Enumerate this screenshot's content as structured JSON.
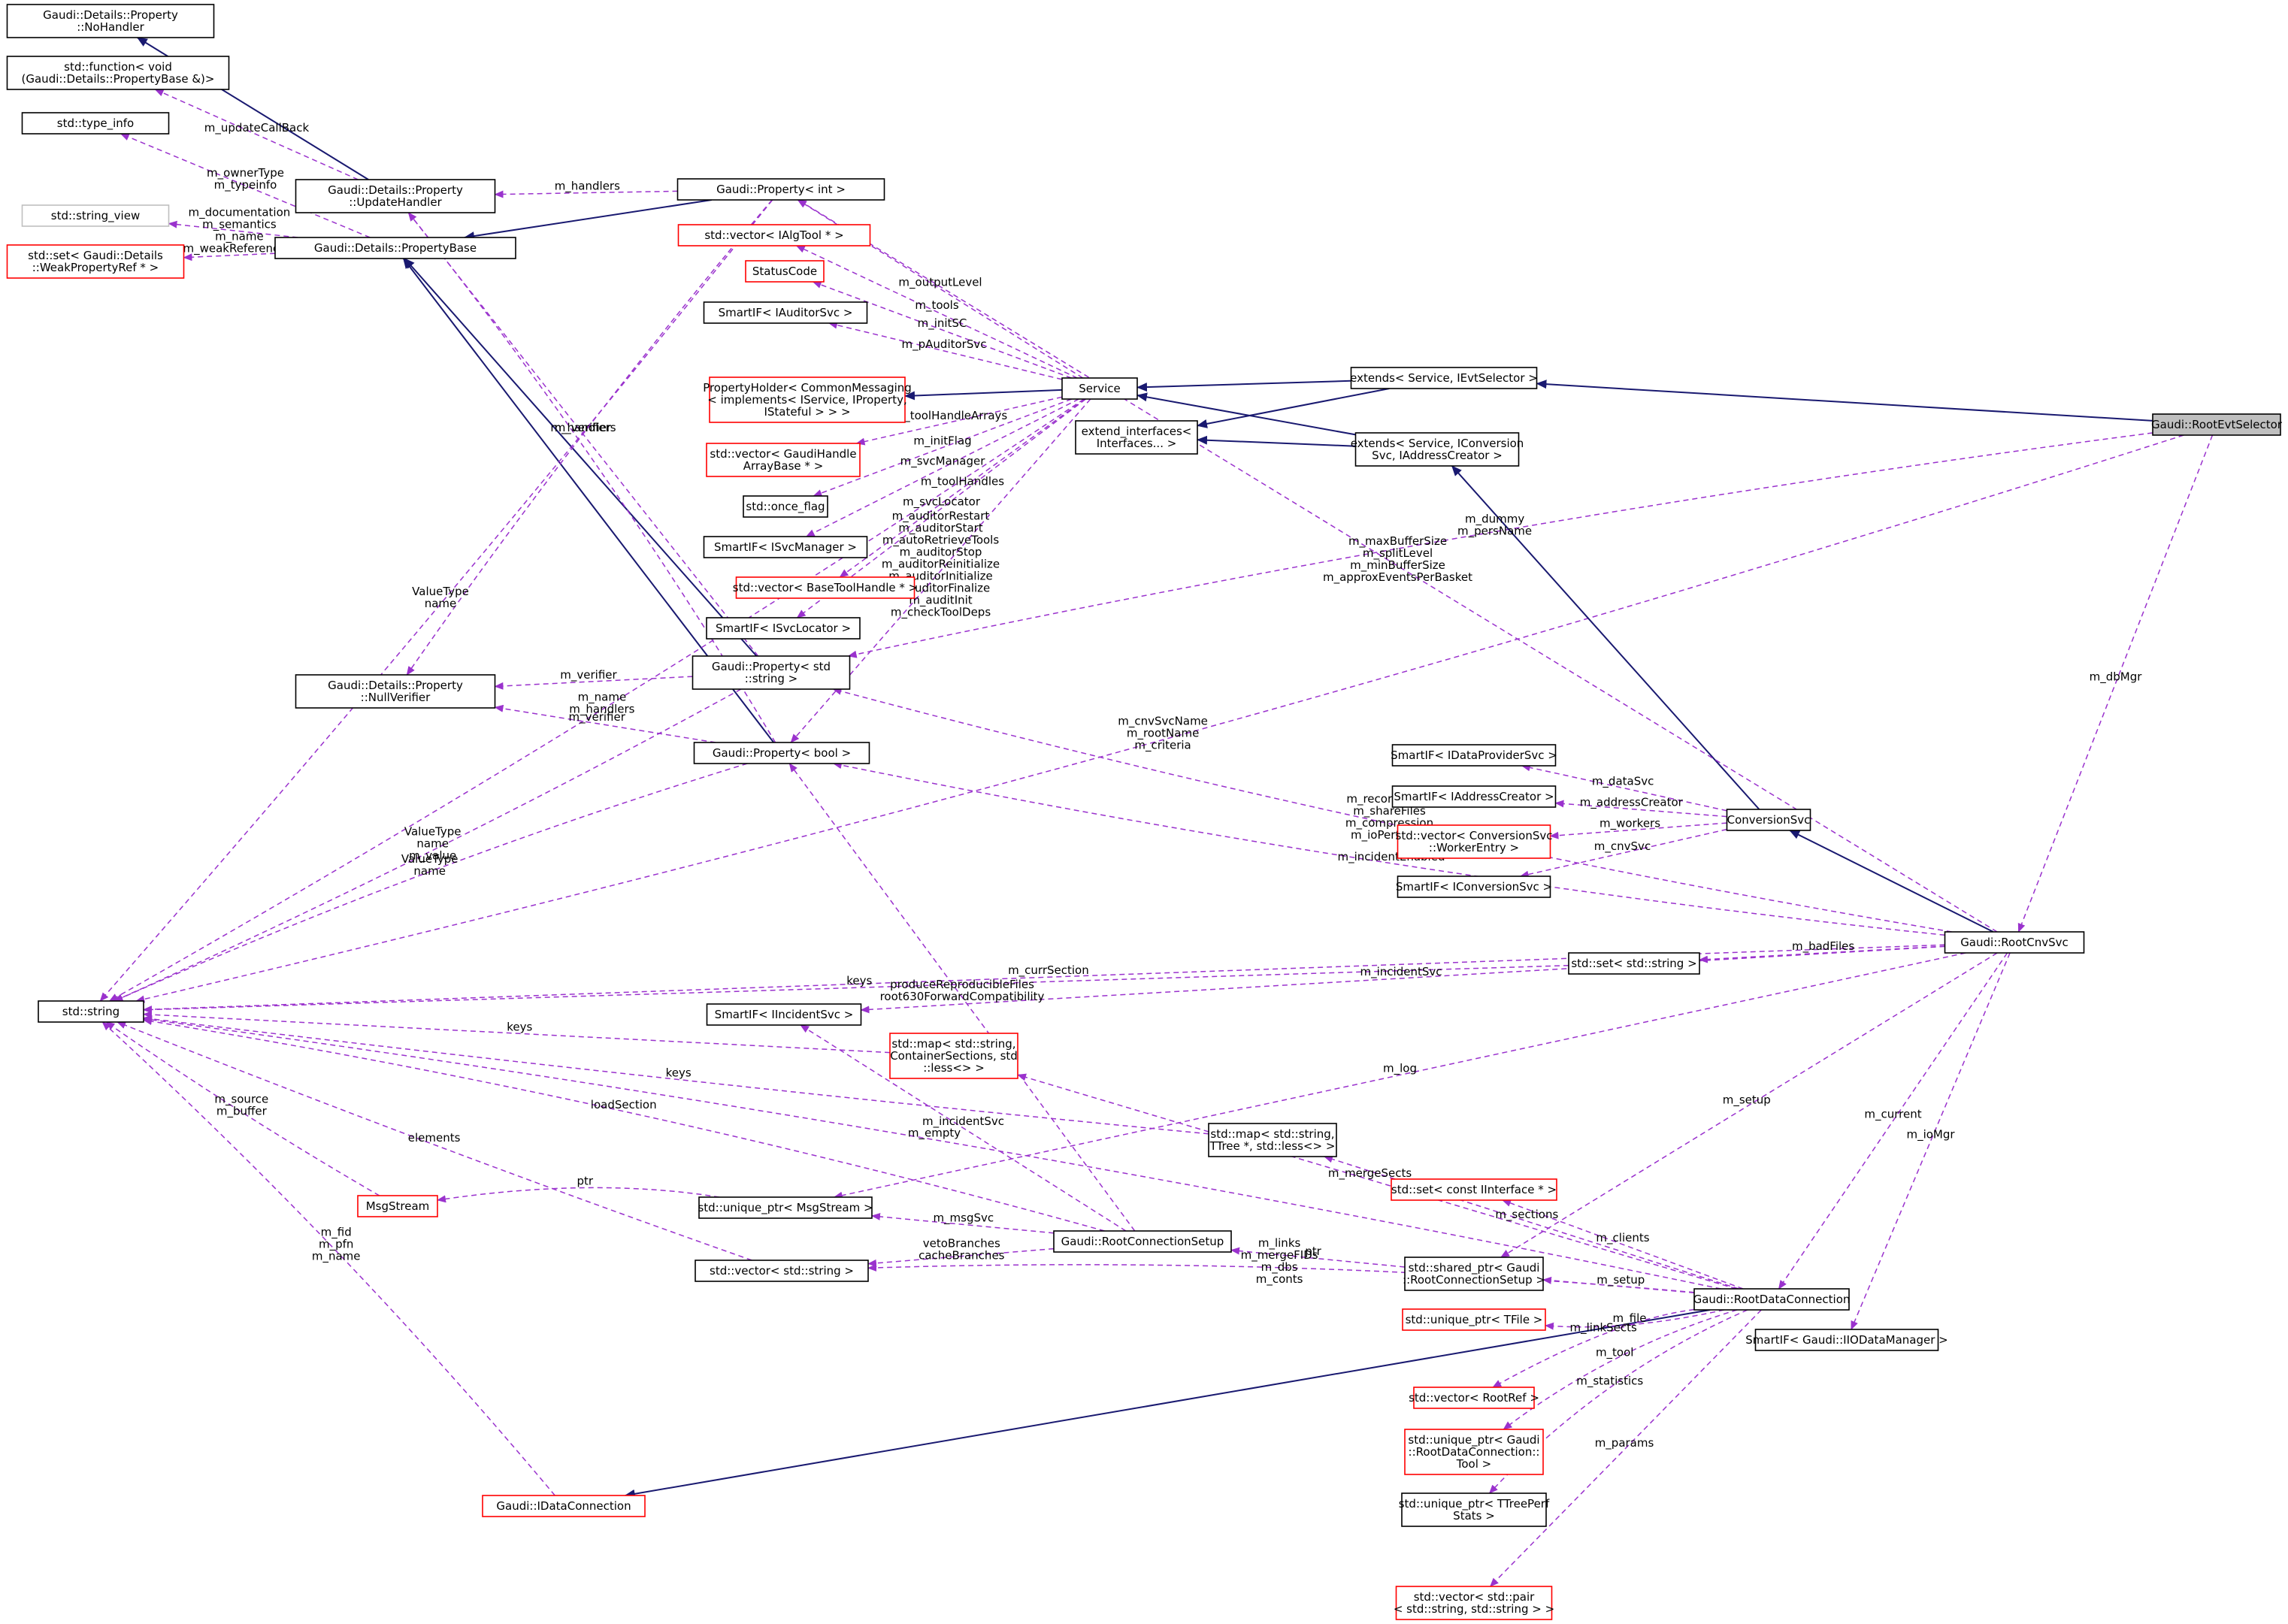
{
  "colors": {
    "usage_edge": "#9a32cd",
    "inherit_edge": "#191970",
    "node_border_normal": "#000000",
    "node_border_undocumented": "#ff0000",
    "node_border_external": "#bfbfbf",
    "focus_fill": "#bfbfbf"
  },
  "nodes": [
    {
      "id": "n1",
      "lines": [
        "Gaudi::Details::Property",
        "::NoHandler"
      ],
      "style": "normal"
    },
    {
      "id": "n2",
      "lines": [
        "std::function< void",
        "(Gaudi::Details::PropertyBase &)>"
      ],
      "style": "normal"
    },
    {
      "id": "n3",
      "lines": [
        "std::type_info"
      ],
      "style": "normal"
    },
    {
      "id": "n4",
      "lines": [
        "std::string_view"
      ],
      "style": "external"
    },
    {
      "id": "n5",
      "lines": [
        "std::set< Gaudi::Details",
        "::WeakPropertyRef * >"
      ],
      "style": "red"
    },
    {
      "id": "n6",
      "lines": [
        "Gaudi::Details::Property",
        "::UpdateHandler"
      ],
      "style": "normal"
    },
    {
      "id": "n7",
      "lines": [
        "Gaudi::Details::PropertyBase"
      ],
      "style": "normal"
    },
    {
      "id": "n8",
      "lines": [
        "Gaudi::Details::Property",
        "::NullVerifier"
      ],
      "style": "normal"
    },
    {
      "id": "n9",
      "lines": [
        "std::string"
      ],
      "style": "normal"
    },
    {
      "id": "n10",
      "lines": [
        "MsgStream"
      ],
      "style": "red"
    },
    {
      "id": "n11",
      "lines": [
        "Gaudi::IDataConnection"
      ],
      "style": "red"
    },
    {
      "id": "n12",
      "lines": [
        "Gaudi::Property< int >"
      ],
      "style": "normal"
    },
    {
      "id": "n13",
      "lines": [
        "std::vector< IAlgTool * >"
      ],
      "style": "red"
    },
    {
      "id": "n14",
      "lines": [
        "StatusCode"
      ],
      "style": "red"
    },
    {
      "id": "n15",
      "lines": [
        "SmartIF< IAuditorSvc >"
      ],
      "style": "normal"
    },
    {
      "id": "n16",
      "lines": [
        "PropertyHolder< CommonMessaging",
        "< implements< IService, IProperty,",
        "IStateful > > >"
      ],
      "style": "red"
    },
    {
      "id": "n17",
      "lines": [
        "std::vector< GaudiHandle",
        "ArrayBase * >"
      ],
      "style": "red"
    },
    {
      "id": "n18",
      "lines": [
        "std::once_flag"
      ],
      "style": "normal"
    },
    {
      "id": "n19",
      "lines": [
        "SmartIF< ISvcManager >"
      ],
      "style": "normal"
    },
    {
      "id": "n20",
      "lines": [
        "std::vector< BaseToolHandle * >"
      ],
      "style": "red"
    },
    {
      "id": "n21",
      "lines": [
        "SmartIF< ISvcLocator >"
      ],
      "style": "normal"
    },
    {
      "id": "n22",
      "lines": [
        "Gaudi::Property< std",
        "::string >"
      ],
      "style": "normal"
    },
    {
      "id": "n23",
      "lines": [
        "Gaudi::Property< bool >"
      ],
      "style": "normal"
    },
    {
      "id": "n24",
      "lines": [
        "Service"
      ],
      "style": "normal"
    },
    {
      "id": "n25",
      "lines": [
        "extend_interfaces<",
        "Interfaces... >"
      ],
      "style": "normal"
    },
    {
      "id": "n26",
      "lines": [
        "SmartIF< IIncidentSvc >"
      ],
      "style": "normal"
    },
    {
      "id": "n27",
      "lines": [
        "std::map< std::string,",
        "ContainerSections, std",
        "::less<> >"
      ],
      "style": "red"
    },
    {
      "id": "n28",
      "lines": [
        "std::unique_ptr< MsgStream >"
      ],
      "style": "normal"
    },
    {
      "id": "n29",
      "lines": [
        "std::vector< std::string >"
      ],
      "style": "normal"
    },
    {
      "id": "n30",
      "lines": [
        "Gaudi::RootConnectionSetup"
      ],
      "style": "normal"
    },
    {
      "id": "n31",
      "lines": [
        "std::map< std::string,",
        "TTree *, std::less<> >"
      ],
      "style": "normal"
    },
    {
      "id": "n32",
      "lines": [
        "extends< Service, IEvtSelector >"
      ],
      "style": "normal"
    },
    {
      "id": "n33",
      "lines": [
        "extends< Service, IConversion",
        "Svc, IAddressCreator >"
      ],
      "style": "normal"
    },
    {
      "id": "n34",
      "lines": [
        "SmartIF< IDataProviderSvc >"
      ],
      "style": "normal"
    },
    {
      "id": "n35",
      "lines": [
        "SmartIF< IAddressCreator >"
      ],
      "style": "normal"
    },
    {
      "id": "n36",
      "lines": [
        "std::vector< ConversionSvc",
        "::WorkerEntry >"
      ],
      "style": "red"
    },
    {
      "id": "n37",
      "lines": [
        "SmartIF< IConversionSvc >"
      ],
      "style": "normal"
    },
    {
      "id": "n38",
      "lines": [
        "std::set< const IInterface * >"
      ],
      "style": "red"
    },
    {
      "id": "n39",
      "lines": [
        "std::shared_ptr< Gaudi",
        "::RootConnectionSetup >"
      ],
      "style": "normal"
    },
    {
      "id": "n40",
      "lines": [
        "std::unique_ptr< TFile >"
      ],
      "style": "red"
    },
    {
      "id": "n41",
      "lines": [
        "std::vector< RootRef >"
      ],
      "style": "red"
    },
    {
      "id": "n42",
      "lines": [
        "std::unique_ptr< Gaudi",
        "::RootDataConnection::",
        "Tool >"
      ],
      "style": "red"
    },
    {
      "id": "n43",
      "lines": [
        "std::unique_ptr< TTreePerf",
        "Stats >"
      ],
      "style": "normal"
    },
    {
      "id": "n44",
      "lines": [
        "std::vector< std::pair",
        "< std::string, std::string > >"
      ],
      "style": "red"
    },
    {
      "id": "n45",
      "lines": [
        "ConversionSvc"
      ],
      "style": "normal"
    },
    {
      "id": "n46",
      "lines": [
        "std::set< std::string >"
      ],
      "style": "normal"
    },
    {
      "id": "n47",
      "lines": [
        "Gaudi::RootCnvSvc"
      ],
      "style": "normal"
    },
    {
      "id": "n48",
      "lines": [
        "Gaudi::RootDataConnection"
      ],
      "style": "normal"
    },
    {
      "id": "n49",
      "lines": [
        "SmartIF< Gaudi::IIODataManager >"
      ],
      "style": "normal"
    },
    {
      "id": "n50",
      "lines": [
        "Gaudi::RootEvtSelector"
      ],
      "style": "focus"
    }
  ],
  "edges": [
    {
      "from": "n6",
      "to": "n1",
      "kind": "inherit"
    },
    {
      "from": "n6",
      "to": "n2",
      "kind": "usage",
      "label": [
        "m_updateCallBack"
      ]
    },
    {
      "from": "n7",
      "to": "n3",
      "kind": "usage",
      "label": [
        "m_ownerType",
        "m_typeinfo"
      ]
    },
    {
      "from": "n7",
      "to": "n4",
      "kind": "usage",
      "label": [
        "m_documentation",
        "m_semantics",
        "m_name"
      ]
    },
    {
      "from": "n7",
      "to": "n5",
      "kind": "usage",
      "label": [
        "m_weakReferences"
      ]
    },
    {
      "from": "n12",
      "to": "n6",
      "kind": "usage",
      "label": [
        "m_handlers"
      ]
    },
    {
      "from": "n12",
      "to": "n7",
      "kind": "inherit"
    },
    {
      "from": "n22",
      "to": "n7",
      "kind": "inherit"
    },
    {
      "from": "n23",
      "to": "n7",
      "kind": "inherit"
    },
    {
      "from": "n22",
      "to": "n6",
      "kind": "usage",
      "label": [
        "m_handlers"
      ]
    },
    {
      "from": "n23",
      "to": "n6",
      "kind": "usage"
    },
    {
      "from": "n12",
      "to": "n9",
      "kind": "usage",
      "label": [
        "ValueType",
        "name"
      ]
    },
    {
      "from": "n24",
      "to": "n9",
      "kind": "usage",
      "label": [
        "m_name",
        "m_handlers"
      ]
    },
    {
      "from": "n22",
      "to": "n9",
      "kind": "usage",
      "label": [
        "ValueType",
        "name",
        "m_value"
      ]
    },
    {
      "from": "n23",
      "to": "n9",
      "kind": "usage",
      "label": [
        "ValueType",
        "name"
      ]
    },
    {
      "from": "n12",
      "to": "n8",
      "kind": "usage",
      "label": [
        "m_verifier"
      ]
    },
    {
      "from": "n22",
      "to": "n8",
      "kind": "usage",
      "label": [
        "m_verifier"
      ]
    },
    {
      "from": "n23",
      "to": "n8",
      "kind": "usage",
      "label": [
        "m_verifier"
      ]
    },
    {
      "from": "n24",
      "to": "n12",
      "kind": "usage",
      "label": [
        "m_outputLevel"
      ]
    },
    {
      "from": "n24",
      "to": "n13",
      "kind": "usage",
      "label": [
        "m_tools"
      ]
    },
    {
      "from": "n24",
      "to": "n14",
      "kind": "usage",
      "label": [
        "m_initSC"
      ]
    },
    {
      "from": "n24",
      "to": "n15",
      "kind": "usage",
      "label": [
        "m_pAuditorSvc"
      ]
    },
    {
      "from": "n24",
      "to": "n16",
      "kind": "inherit"
    },
    {
      "from": "n24",
      "to": "n17",
      "kind": "usage",
      "label": [
        "m_toolHandleArrays"
      ]
    },
    {
      "from": "n24",
      "to": "n18",
      "kind": "usage",
      "label": [
        "m_initFlag"
      ]
    },
    {
      "from": "n24",
      "to": "n19",
      "kind": "usage",
      "label": [
        "m_svcManager"
      ]
    },
    {
      "from": "n24",
      "to": "n20",
      "kind": "usage",
      "label": [
        "m_toolHandles"
      ]
    },
    {
      "from": "n24",
      "to": "n21",
      "kind": "usage",
      "label": [
        "m_svcLocator"
      ]
    },
    {
      "from": "n24",
      "to": "n23",
      "kind": "usage",
      "label": [
        "m_auditorRestart",
        "m_auditorStart",
        "m_autoRetrieveTools",
        "m_auditorStop",
        "m_auditorReinitialize",
        "m_auditorInitialize",
        "m_auditorFinalize",
        "m_auditInit",
        "m_checkToolDeps"
      ]
    },
    {
      "from": "n32",
      "to": "n24",
      "kind": "inherit"
    },
    {
      "from": "n32",
      "to": "n25",
      "kind": "inherit"
    },
    {
      "from": "n33",
      "to": "n24",
      "kind": "inherit"
    },
    {
      "from": "n33",
      "to": "n25",
      "kind": "inherit"
    },
    {
      "from": "n50",
      "to": "n32",
      "kind": "inherit"
    },
    {
      "from": "n50",
      "to": "n9",
      "kind": "usage",
      "label": [
        "m_cnvSvcName",
        "m_rootName",
        "m_criteria"
      ]
    },
    {
      "from": "n50",
      "to": "n22",
      "kind": "usage",
      "label": [
        "m_dummy",
        "m_persName"
      ]
    },
    {
      "from": "n50",
      "to": "n47",
      "kind": "usage",
      "label": [
        "m_dbMgr"
      ]
    },
    {
      "from": "n45",
      "to": "n33",
      "kind": "inherit"
    },
    {
      "from": "n45",
      "to": "n34",
      "kind": "usage",
      "label": [
        "m_dataSvc"
      ]
    },
    {
      "from": "n45",
      "to": "n35",
      "kind": "usage",
      "label": [
        "m_addressCreator"
      ]
    },
    {
      "from": "n45",
      "to": "n36",
      "kind": "usage",
      "label": [
        "m_workers"
      ]
    },
    {
      "from": "n45",
      "to": "n37",
      "kind": "usage",
      "label": [
        "m_cnvSvc"
      ]
    },
    {
      "from": "n47",
      "to": "n45",
      "kind": "inherit"
    },
    {
      "from": "n47",
      "to": "n12",
      "kind": "usage",
      "label": [
        "m_maxBufferSize",
        "m_splitLevel",
        "m_minBufferSize",
        "m_approxEventsPerBasket"
      ]
    },
    {
      "from": "n47",
      "to": "n22",
      "kind": "usage",
      "label": [
        "m_recordName",
        "m_shareFiles",
        "m_compression",
        "m_ioPerfStats"
      ]
    },
    {
      "from": "n47",
      "to": "n23",
      "kind": "usage",
      "label": [
        "m_incidentEnabled"
      ]
    },
    {
      "from": "n47",
      "to": "n9",
      "kind": "usage",
      "label": [
        "m_currSection"
      ]
    },
    {
      "from": "n47",
      "to": "n46",
      "kind": "usage",
      "label": [
        "m_badFiles"
      ]
    },
    {
      "from": "n47",
      "to": "n26",
      "kind": "usage",
      "label": [
        "m_incidentSvc"
      ]
    },
    {
      "from": "n47",
      "to": "n28",
      "kind": "usage",
      "label": [
        "m_log"
      ]
    },
    {
      "from": "n47",
      "to": "n39",
      "kind": "usage",
      "label": [
        "m_setup"
      ]
    },
    {
      "from": "n47",
      "to": "n48",
      "kind": "usage",
      "label": [
        "m_current"
      ]
    },
    {
      "from": "n47",
      "to": "n49",
      "kind": "usage",
      "label": [
        "m_ioMgr"
      ]
    },
    {
      "from": "n46",
      "to": "n9",
      "kind": "usage",
      "label": [
        "keys"
      ]
    },
    {
      "from": "n27",
      "to": "n9",
      "kind": "usage",
      "label": [
        "keys"
      ]
    },
    {
      "from": "n31",
      "to": "n9",
      "kind": "usage",
      "label": [
        "keys"
      ]
    },
    {
      "from": "n10",
      "to": "n9",
      "kind": "usage",
      "label": [
        "m_source",
        "m_buffer"
      ]
    },
    {
      "from": "n29",
      "to": "n9",
      "kind": "usage",
      "label": [
        "elements"
      ]
    },
    {
      "from": "n11",
      "to": "n9",
      "kind": "usage",
      "label": [
        "m_fid",
        "m_pfn",
        "m_name"
      ]
    },
    {
      "from": "n28",
      "to": "n10",
      "kind": "usage",
      "label": [
        "ptr"
      ]
    },
    {
      "from": "n30",
      "to": "n26",
      "kind": "usage",
      "label": [
        "m_incidentSvc"
      ]
    },
    {
      "from": "n30",
      "to": "n28",
      "kind": "usage",
      "label": [
        "m_msgSvc"
      ]
    },
    {
      "from": "n30",
      "to": "n29",
      "kind": "usage",
      "label": [
        "vetoBranches",
        "cacheBranches"
      ]
    },
    {
      "from": "n30",
      "to": "n23",
      "kind": "usage",
      "label": [
        "produceReproducibleFiles",
        "root630ForwardCompatibility"
      ]
    },
    {
      "from": "n30",
      "to": "n9",
      "kind": "usage",
      "label": [
        "loadSection"
      ]
    },
    {
      "from": "n39",
      "to": "n30",
      "kind": "usage",
      "label": [
        "ptr"
      ]
    },
    {
      "from": "n48",
      "to": "n11",
      "kind": "inherit"
    },
    {
      "from": "n48",
      "to": "n27",
      "kind": "usage",
      "label": [
        "m_mergeSects"
      ]
    },
    {
      "from": "n48",
      "to": "n31",
      "kind": "usage",
      "label": [
        "m_sections"
      ]
    },
    {
      "from": "n48",
      "to": "n38",
      "kind": "usage",
      "label": [
        "m_clients"
      ]
    },
    {
      "from": "n48",
      "to": "n39",
      "kind": "usage",
      "label": [
        "m_setup"
      ]
    },
    {
      "from": "n48",
      "to": "n40",
      "kind": "usage",
      "label": [
        "m_file"
      ]
    },
    {
      "from": "n48",
      "to": "n9",
      "kind": "usage",
      "label": [
        "m_empty"
      ]
    },
    {
      "from": "n48",
      "to": "n29",
      "kind": "usage",
      "label": [
        "m_links",
        "m_mergeFIDs",
        "m_dbs",
        "m_conts"
      ]
    },
    {
      "from": "n48",
      "to": "n41",
      "kind": "usage",
      "label": [
        "m_linkSects"
      ]
    },
    {
      "from": "n48",
      "to": "n42",
      "kind": "usage",
      "label": [
        "m_tool"
      ]
    },
    {
      "from": "n48",
      "to": "n43",
      "kind": "usage",
      "label": [
        "m_statistics"
      ]
    },
    {
      "from": "n48",
      "to": "n44",
      "kind": "usage",
      "label": [
        "m_params"
      ]
    }
  ]
}
